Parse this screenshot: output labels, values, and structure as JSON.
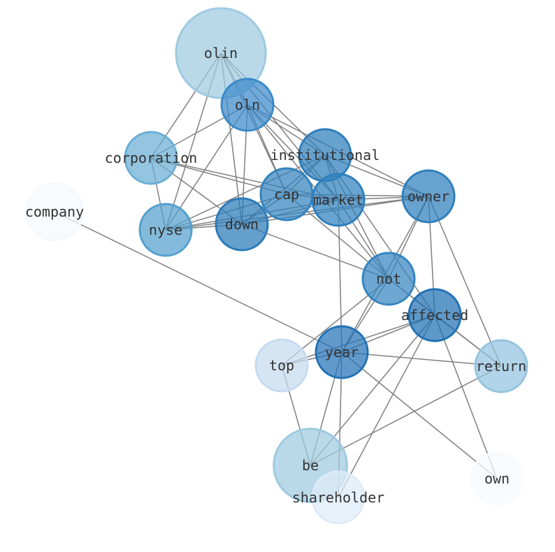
{
  "graph": {
    "nodes": [
      {
        "id": "olin",
        "label": "olin",
        "color": "#9ecae1",
        "weight": 3
      },
      {
        "id": "oln",
        "label": "oln",
        "color": "#3a89c9",
        "weight": 1
      },
      {
        "id": "corporation",
        "label": "corporation",
        "color": "#6aaed6",
        "weight": 1
      },
      {
        "id": "institutional",
        "label": "institutional",
        "color": "#2d7dbb",
        "weight": 1
      },
      {
        "id": "cap",
        "label": "cap",
        "color": "#3383be",
        "weight": 1
      },
      {
        "id": "market",
        "label": "market",
        "color": "#2f7fbc",
        "weight": 1
      },
      {
        "id": "owner",
        "label": "owner",
        "color": "#2e7ebc",
        "weight": 1
      },
      {
        "id": "company",
        "label": "company",
        "color": "#f5f9fe",
        "weight": 1.2
      },
      {
        "id": "nyse",
        "label": "nyse",
        "color": "#549fcd",
        "weight": 1
      },
      {
        "id": "down",
        "label": "down",
        "color": "#2a7ab9",
        "weight": 1
      },
      {
        "id": "not",
        "label": "not",
        "color": "#3585c0",
        "weight": 1
      },
      {
        "id": "affected",
        "label": "affected",
        "color": "#2070b4",
        "weight": 1
      },
      {
        "id": "year",
        "label": "year",
        "color": "#2272b6",
        "weight": 1
      },
      {
        "id": "top",
        "label": "top",
        "color": "#c6dbef",
        "weight": 1
      },
      {
        "id": "return",
        "label": "return",
        "color": "#94c4df",
        "weight": 1
      },
      {
        "id": "be",
        "label": "be",
        "color": "#9ecae1",
        "weight": 2
      },
      {
        "id": "own",
        "label": "own",
        "color": "#f7fbff",
        "weight": 1
      },
      {
        "id": "shareholder",
        "label": "shareholder",
        "color": "#deebf7",
        "weight": 1
      }
    ],
    "edges": [
      [
        "olin",
        "oln"
      ],
      [
        "olin",
        "corporation"
      ],
      [
        "olin",
        "nyse"
      ],
      [
        "olin",
        "down"
      ],
      [
        "olin",
        "institutional"
      ],
      [
        "olin",
        "market"
      ],
      [
        "olin",
        "cap"
      ],
      [
        "oln",
        "corporation"
      ],
      [
        "oln",
        "nyse"
      ],
      [
        "oln",
        "down"
      ],
      [
        "oln",
        "institutional"
      ],
      [
        "oln",
        "cap"
      ],
      [
        "oln",
        "market"
      ],
      [
        "oln",
        "owner"
      ],
      [
        "oln",
        "not"
      ],
      [
        "corporation",
        "nyse"
      ],
      [
        "corporation",
        "cap"
      ],
      [
        "corporation",
        "market"
      ],
      [
        "corporation",
        "down"
      ],
      [
        "institutional",
        "cap"
      ],
      [
        "institutional",
        "market"
      ],
      [
        "institutional",
        "owner"
      ],
      [
        "institutional",
        "down"
      ],
      [
        "institutional",
        "nyse"
      ],
      [
        "institutional",
        "not"
      ],
      [
        "institutional",
        "affected"
      ],
      [
        "cap",
        "market"
      ],
      [
        "cap",
        "owner"
      ],
      [
        "cap",
        "down"
      ],
      [
        "cap",
        "nyse"
      ],
      [
        "cap",
        "not"
      ],
      [
        "market",
        "owner"
      ],
      [
        "market",
        "down"
      ],
      [
        "market",
        "nyse"
      ],
      [
        "market",
        "not"
      ],
      [
        "market",
        "year"
      ],
      [
        "owner",
        "down"
      ],
      [
        "owner",
        "nyse"
      ],
      [
        "owner",
        "not"
      ],
      [
        "owner",
        "affected"
      ],
      [
        "owner",
        "year"
      ],
      [
        "owner",
        "return"
      ],
      [
        "down",
        "not"
      ],
      [
        "down",
        "nyse"
      ],
      [
        "not",
        "affected"
      ],
      [
        "not",
        "year"
      ],
      [
        "not",
        "top"
      ],
      [
        "affected",
        "year"
      ],
      [
        "affected",
        "top"
      ],
      [
        "affected",
        "return"
      ],
      [
        "affected",
        "be"
      ],
      [
        "affected",
        "shareholder"
      ],
      [
        "affected",
        "own"
      ],
      [
        "year",
        "top"
      ],
      [
        "year",
        "return"
      ],
      [
        "year",
        "be"
      ],
      [
        "year",
        "shareholder"
      ],
      [
        "year",
        "own"
      ],
      [
        "company",
        "year"
      ],
      [
        "top",
        "be"
      ],
      [
        "return",
        "be"
      ],
      [
        "return",
        "not"
      ]
    ]
  }
}
